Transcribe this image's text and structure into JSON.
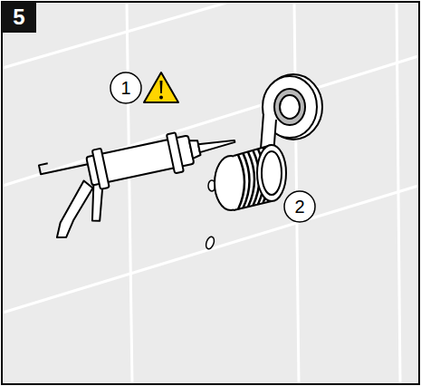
{
  "diagram": {
    "labels": [
      "5",
      "1",
      "2"
    ]
  }
}
